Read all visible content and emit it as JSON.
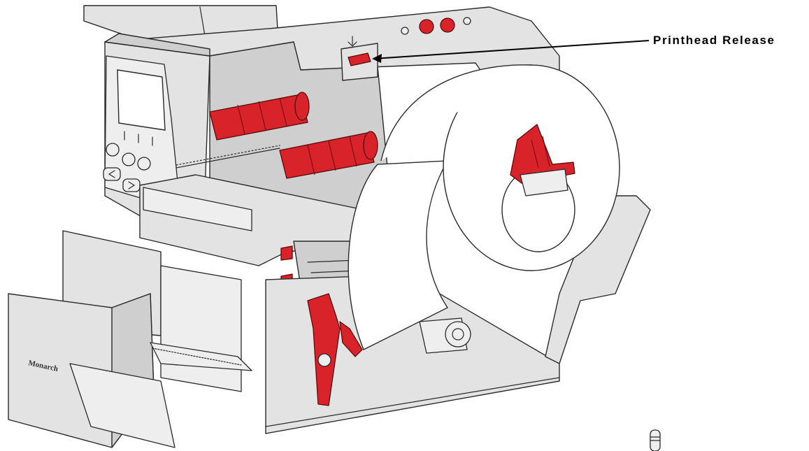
{
  "callouts": [
    {
      "label": "Printhead Release",
      "target": "printhead-release-lever"
    }
  ],
  "brand_mark": "Monarch",
  "colors": {
    "housing": "#e3e3e3",
    "touch_points": "#d8232a",
    "outline": "#2a2a2a",
    "label_stock": "#ffffff"
  }
}
